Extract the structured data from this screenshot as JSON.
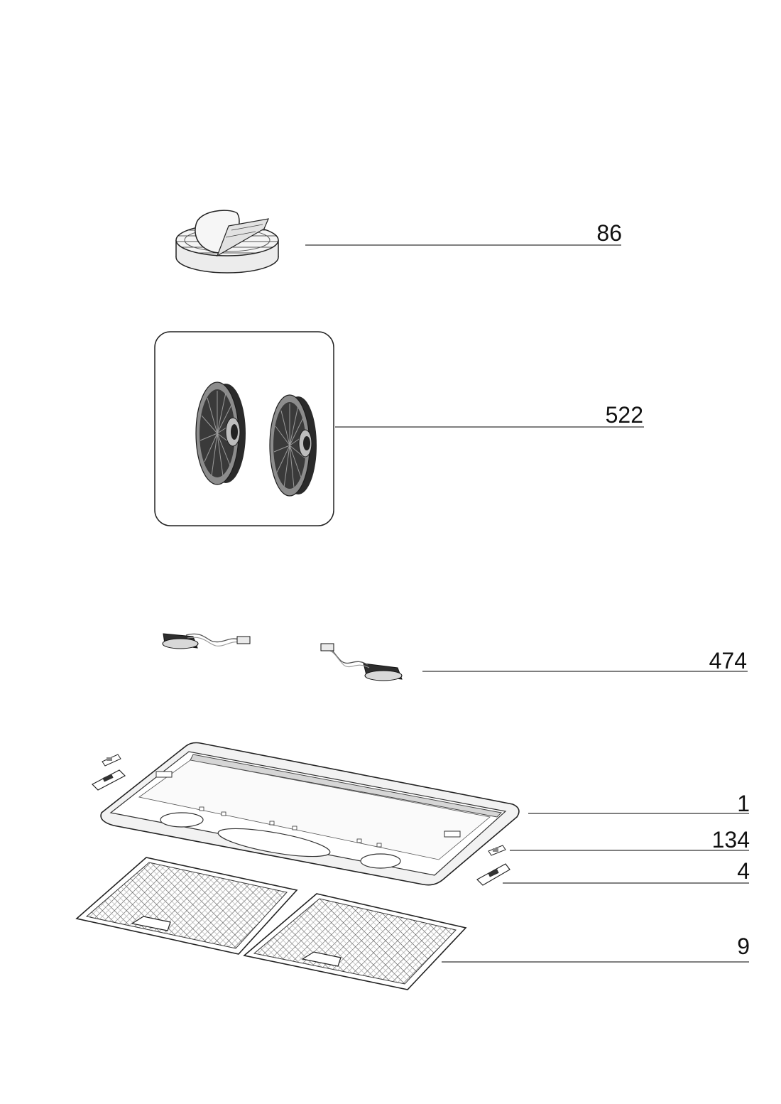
{
  "diagram": {
    "callouts": [
      {
        "id": "86",
        "label": "86"
      },
      {
        "id": "522",
        "label": "522"
      },
      {
        "id": "474",
        "label": "474"
      },
      {
        "id": "1",
        "label": "1"
      },
      {
        "id": "134",
        "label": "134"
      },
      {
        "id": "4",
        "label": "4"
      },
      {
        "id": "9",
        "label": "9"
      }
    ]
  }
}
